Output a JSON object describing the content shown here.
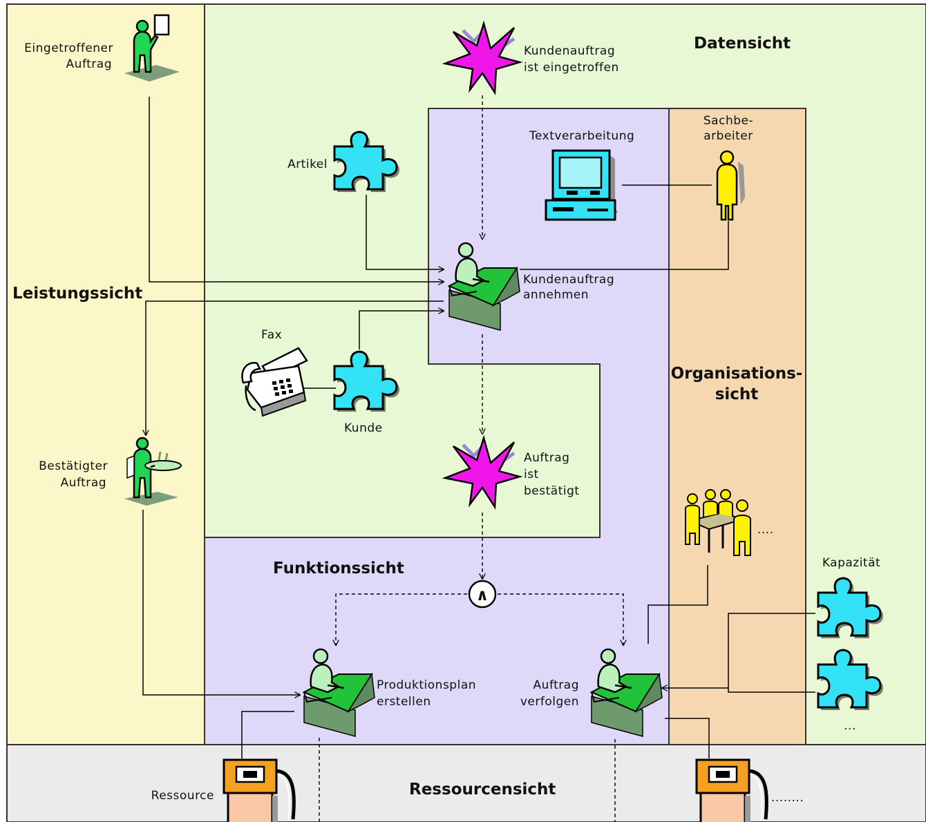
{
  "views": {
    "leistung": "Leistungssicht",
    "daten": "Datensicht",
    "funktion": "Funktionssicht",
    "organisation_1": "Organisations-",
    "organisation_2": "sicht",
    "ressource": "Ressourcensicht"
  },
  "labels": {
    "eingetroffener_1": "Eingetroffener",
    "eingetroffener_2": "Auftrag",
    "bestaetigter_1": "Bestätigter",
    "bestaetigter_2": "Auftrag",
    "event1_1": "Kundenauftrag",
    "event1_2": "ist eingetroffen",
    "event2_1": "Auftrag",
    "event2_2": "ist",
    "event2_3": "bestätigt",
    "artikel": "Artikel",
    "textverarbeitung": "Textverarbeitung",
    "sachbearbeiter_1": "Sachbe-",
    "sachbearbeiter_2": "arbeiter",
    "func1_1": "Kundenauftrag",
    "func1_2": "annehmen",
    "fax": "Fax",
    "kunde": "Kunde",
    "func2_1": "Produktionsplan",
    "func2_2": "erstellen",
    "func3_1": "Auftrag",
    "func3_2": "verfolgen",
    "group_ellipsis": "....",
    "kapazitaet": "Kapazität",
    "kapazitaet_ellipsis": "...",
    "ressource": "Ressource",
    "ressource_ellipsis": "........",
    "and_connector": "∧"
  },
  "colors": {
    "leistung_bg": "#FBF7C8",
    "daten_bg": "#E8F8D4",
    "funktion_bg": "#E0D8F8",
    "organisation_bg": "#F5D8B0",
    "ressource_bg": "#EBEBEB",
    "puzzle": "#33E3F5",
    "event_star": "#F015E8",
    "person_green": "#22D655",
    "person_yellow": "#FFF100",
    "pump_orange": "#F5A020"
  }
}
